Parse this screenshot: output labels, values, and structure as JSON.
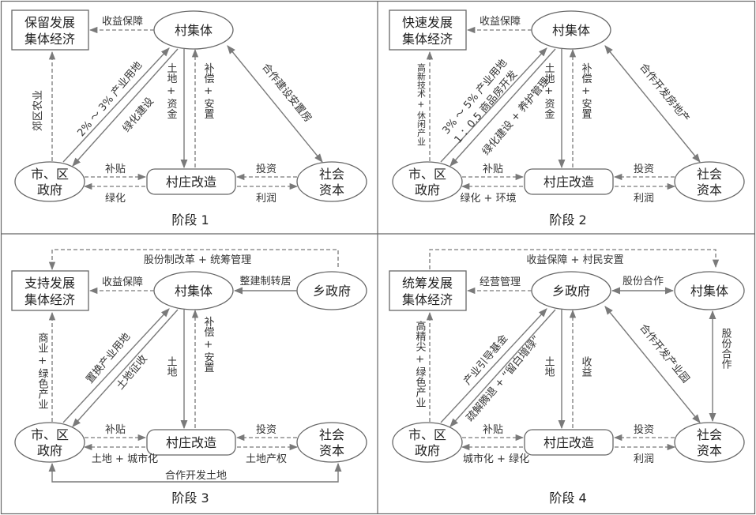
{
  "stages": [
    {
      "caption": "阶段 1",
      "box1": "保留发展",
      "box2": "集体经济",
      "village": "村集体",
      "gov1": "市、区",
      "gov2": "政府",
      "center": "村庄改造",
      "cap1": "社会",
      "cap2": "资本",
      "top": "收益保障",
      "left": "郊区农业",
      "diag1": "2% ～ 3% 产业用地",
      "diag2": "绿化建设",
      "mid1": "土地 + 资金",
      "mid2": "补偿 + 安置",
      "right": "合作建设安置房",
      "s1": "补贴",
      "s2": "绿化",
      "i1": "投资",
      "i2": "利润"
    },
    {
      "caption": "阶段 2",
      "box1": "快速发展",
      "box2": "集体经济",
      "village": "村集体",
      "gov1": "市、区",
      "gov2": "政府",
      "center": "村庄改造",
      "cap1": "社会",
      "cap2": "资本",
      "top": "收益保障",
      "left": "高新技术 + 休闲产业",
      "diag1": "3% ～ 5% 产业用地",
      "diag2": "1 ：0.5 商品房开发",
      "diag3": "绿化建设 + 养护管理",
      "mid1": "土地 + 资金",
      "mid2": "补偿 + 安置",
      "right": "合作开发房地产",
      "s1": "补贴",
      "s2": "绿化 + 环境",
      "i1": "投资",
      "i2": "利润"
    },
    {
      "caption": "阶段 3",
      "box1": "支持发展",
      "box2": "集体经济",
      "village": "村集体",
      "township": "乡政府",
      "gov1": "市、区",
      "gov2": "政府",
      "center": "村庄改造",
      "cap1": "社会",
      "cap2": "资本",
      "loop": "股份制改革 + 统筹管理",
      "top": "收益保障",
      "town_to_village": "整建制转居",
      "left": "商业 + 绿色产业",
      "diag1": "置换产业用地",
      "diag2": "土地征收",
      "mid1": "土地",
      "mid2": "补偿 + 安置",
      "s1": "补贴",
      "s2": "土地 + 城市化",
      "i1": "投资",
      "i2": "土地产权",
      "bottom": "合作开发土地"
    },
    {
      "caption": "阶段 4",
      "box1": "统筹发展",
      "box2": "集体经济",
      "village": "村集体",
      "township": "乡政府",
      "gov1": "市、区",
      "gov2": "政府",
      "center": "村庄改造",
      "cap1": "社会",
      "cap2": "资本",
      "loop": "收益保障 + 村民安置",
      "top": "经营管理",
      "share": "股份合作",
      "share_v": "股份合作",
      "left": "高精尖 + 绿色产业",
      "diag1": "产业引导基金",
      "diag2": "疏解腾退 + “留白增绿”",
      "mid1": "土地",
      "mid2": "收益",
      "right": "合作开发产业园",
      "s1": "补贴",
      "s2": "城市化 + 绿化",
      "i1": "投资",
      "i2": "利润"
    }
  ]
}
